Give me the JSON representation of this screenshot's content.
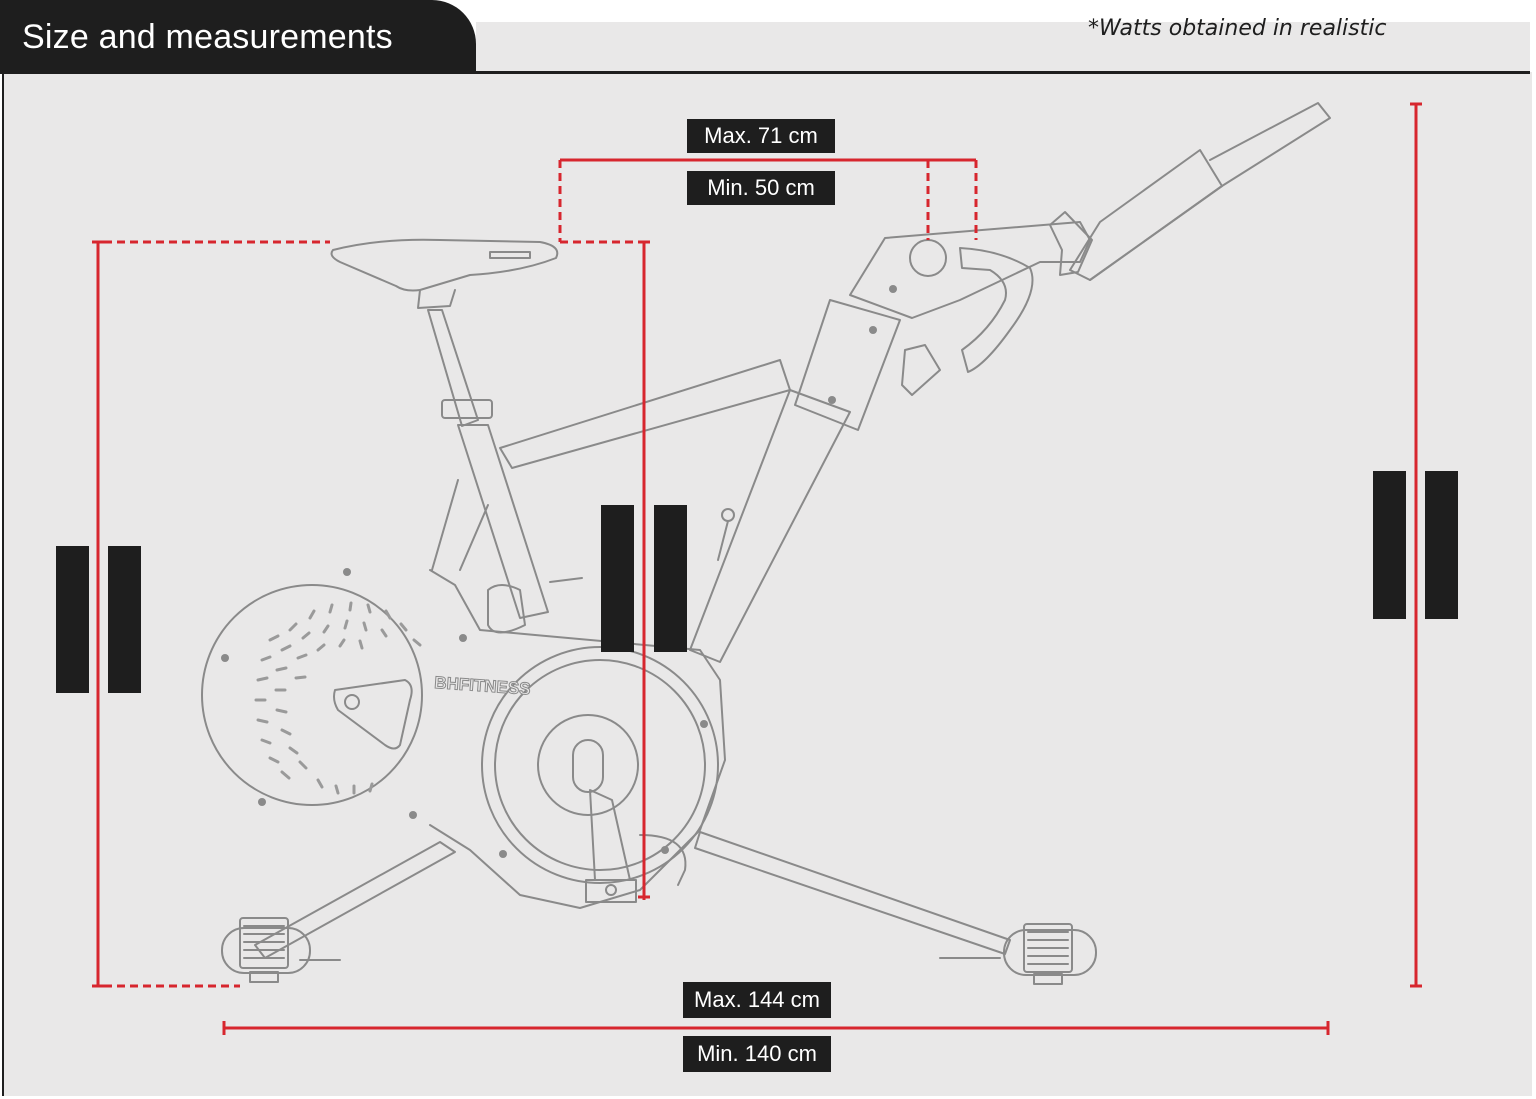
{
  "header": {
    "title": "Size and measurements",
    "note": "*Watts obtained in realistic"
  },
  "brand": {
    "frame_logo": "BHFITNESS"
  },
  "dimensions": {
    "seat_to_handlebar_max": "Max. 71 cm",
    "seat_to_handlebar_min": "Min. 50 cm",
    "length_max": "Max. 144 cm",
    "length_min": "Min. 140 cm",
    "seat_height": "",
    "saddle_drop": "",
    "total_height": ""
  },
  "colors": {
    "dimension_line": "#d7262e",
    "label_bg": "#1e1e1e",
    "panel_bg": "#e9e8e8",
    "line_art": "#8a8a8a"
  }
}
